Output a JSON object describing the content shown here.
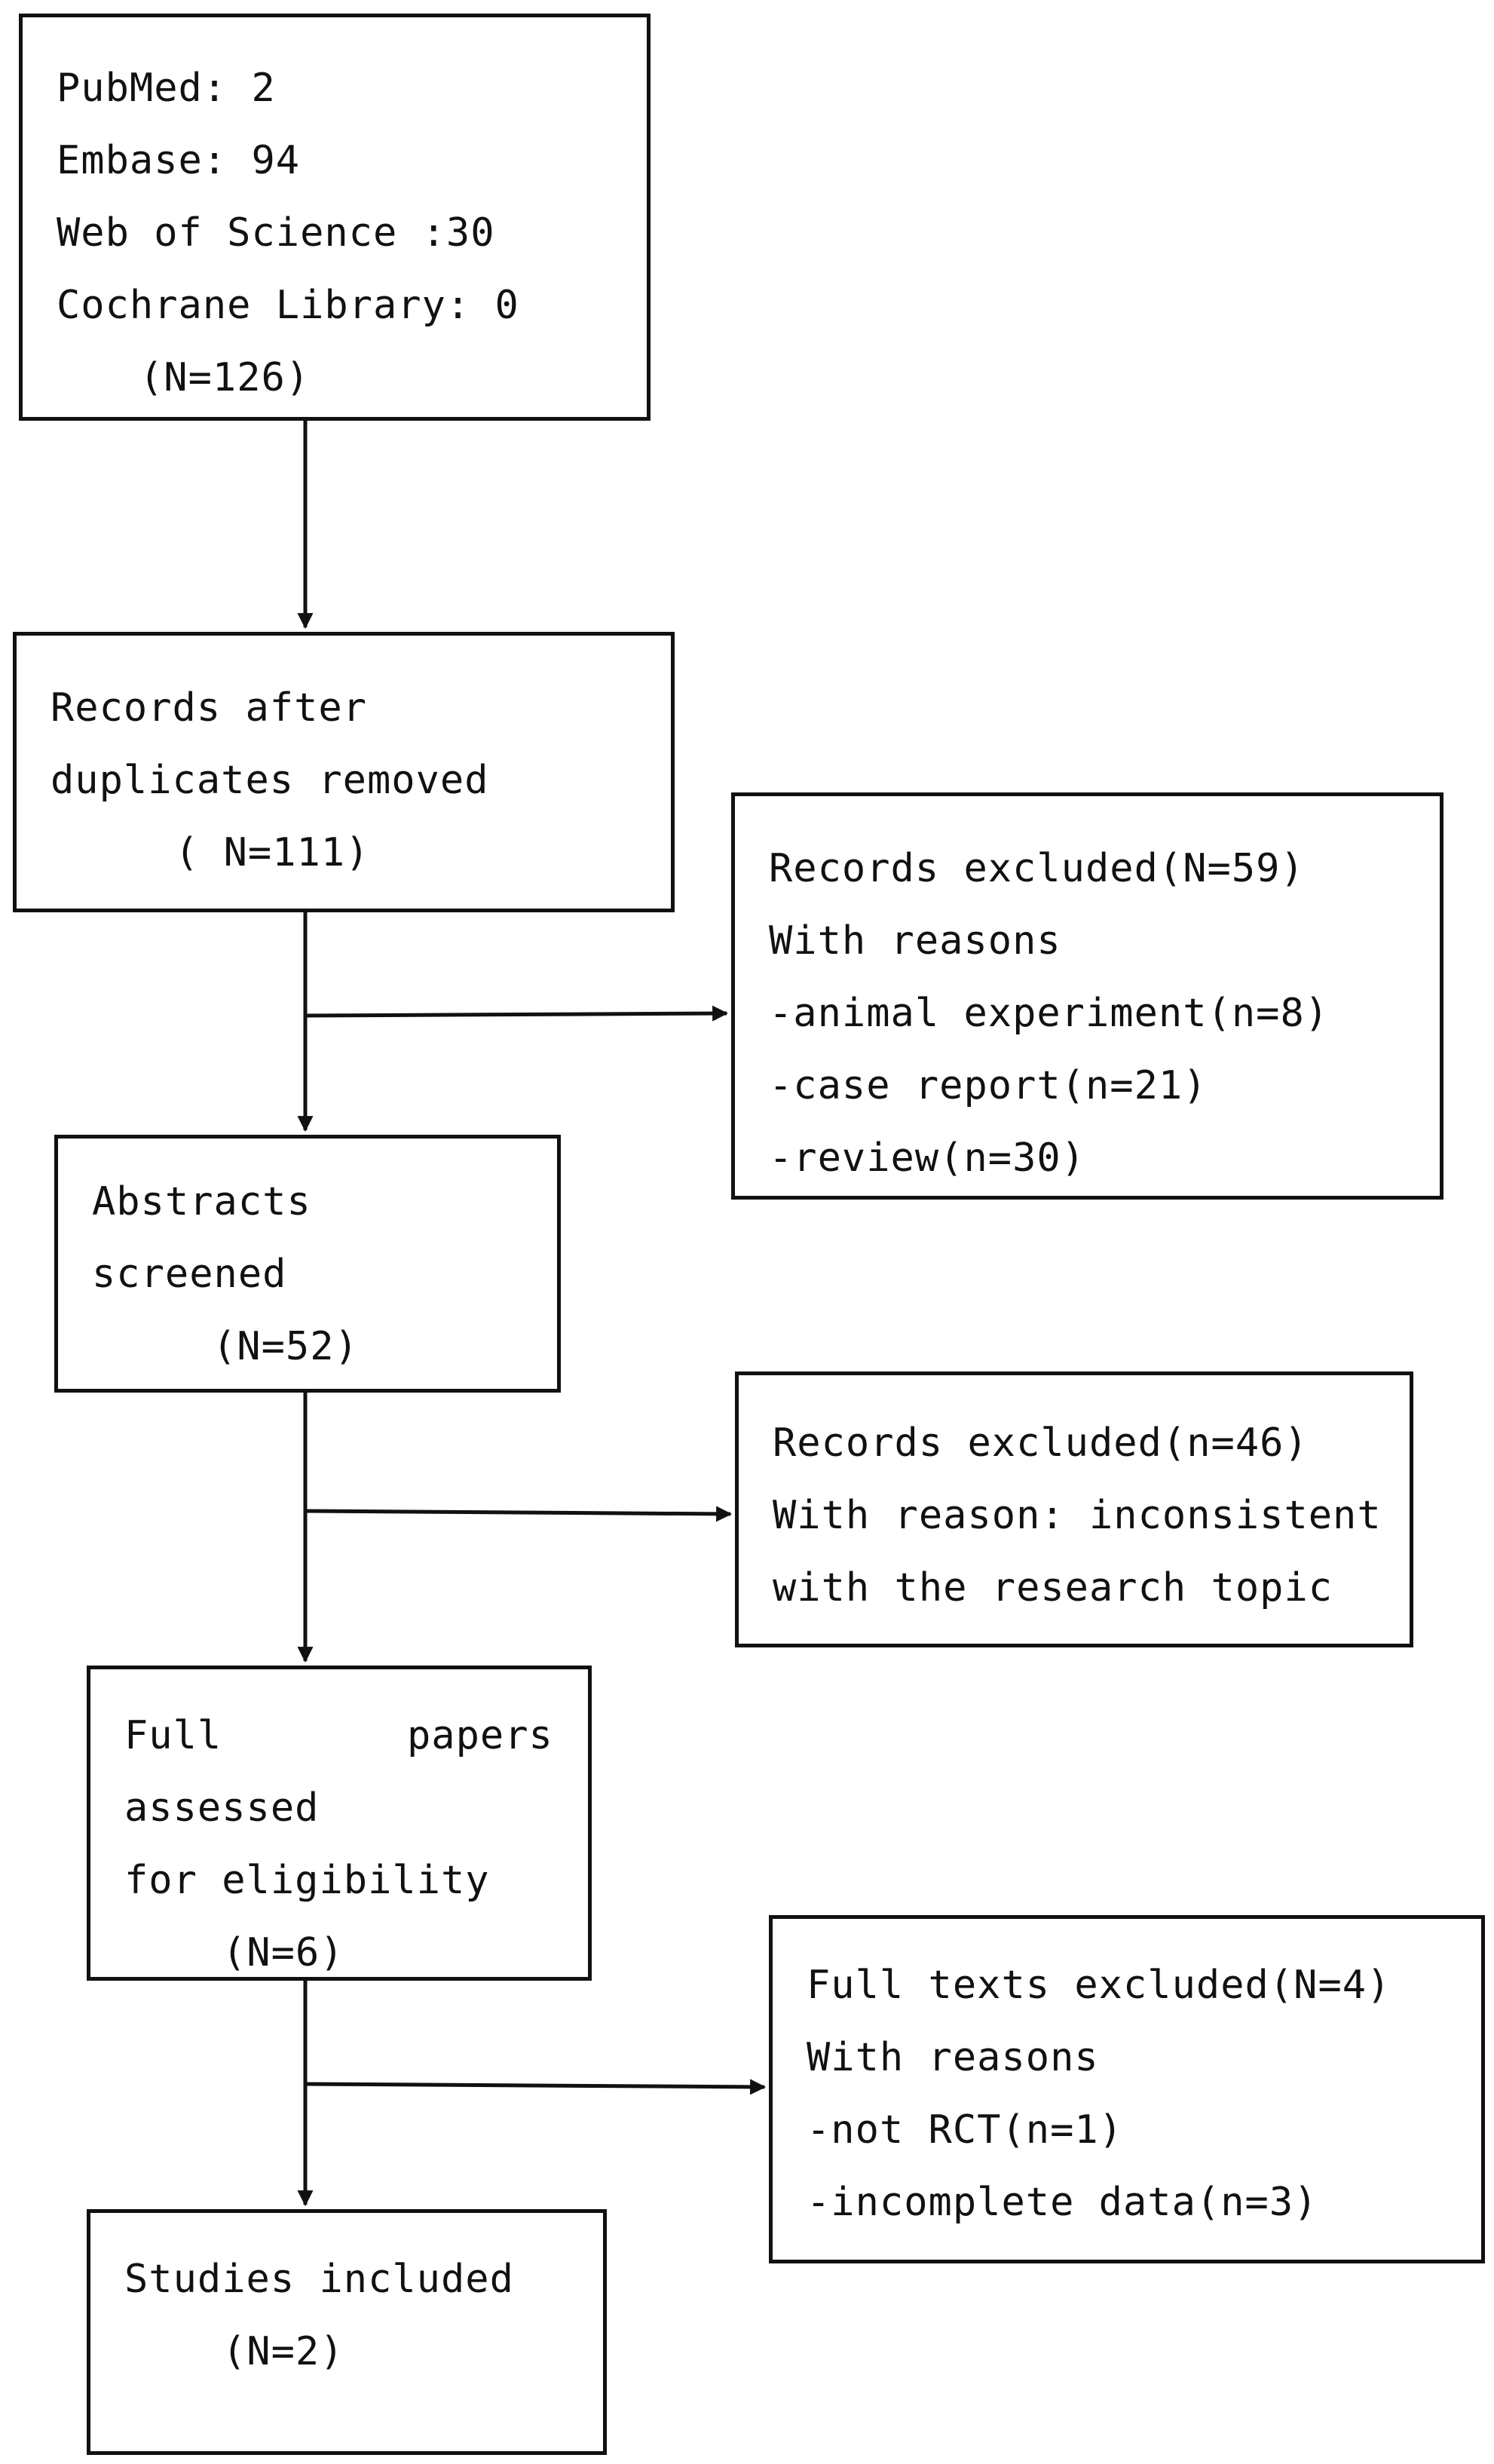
{
  "sources": {
    "lines": [
      "PubMed: 2",
      "Embase: 94",
      "Web of Science :30",
      "Cochrane Library: 0",
      "(N=126)"
    ]
  },
  "deduplicated": {
    "lines": [
      "Records after",
      "duplicates removed",
      "( N=111)"
    ]
  },
  "excluded_records": {
    "lines": [
      "Records excluded(N=59)",
      "With reasons",
      "-animal experiment(n=8)",
      "-case report(n=21)",
      "-review(n=30)"
    ]
  },
  "abstracts": {
    "lines": [
      "Abstracts",
      "screened",
      "(N=52)"
    ]
  },
  "excluded_abstracts": {
    "lines": [
      "Records excluded(n=46)",
      "With reason: inconsistent",
      "with the research topic"
    ]
  },
  "full_papers": {
    "label_left": "Full",
    "label_right": "papers",
    "lines": [
      "assessed",
      "for eligibility",
      "(N=6)"
    ]
  },
  "excluded_full_texts": {
    "lines": [
      "Full texts excluded(N=4)",
      "With reasons",
      "-not RCT(n=1)",
      "-incomplete data(n=3)"
    ]
  },
  "included": {
    "lines": [
      "Studies included",
      "(N=2)"
    ]
  }
}
